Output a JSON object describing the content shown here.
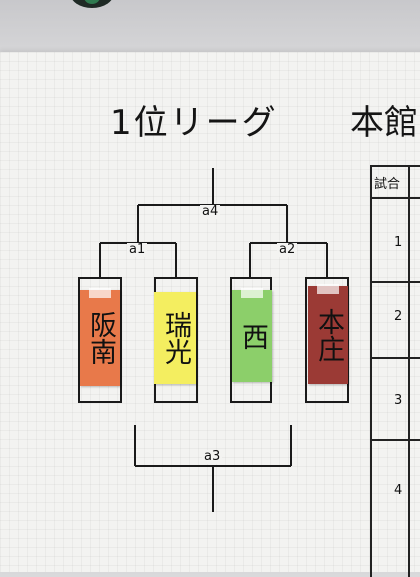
{
  "title": "1位リーグ",
  "venue": "本館",
  "matches": {
    "a1": "a1",
    "a2": "a2",
    "a3": "a3",
    "a4": "a4"
  },
  "teams": [
    {
      "name": "阪南",
      "color": "#e8794a"
    },
    {
      "name": "瑞光",
      "color": "#f4ee60"
    },
    {
      "name": "西",
      "color": "#8ccf6a"
    },
    {
      "name": "本庄",
      "color": "#9b3a35"
    }
  ],
  "table": {
    "header": "試合",
    "rows": [
      "1",
      "2",
      "3",
      "4"
    ]
  }
}
